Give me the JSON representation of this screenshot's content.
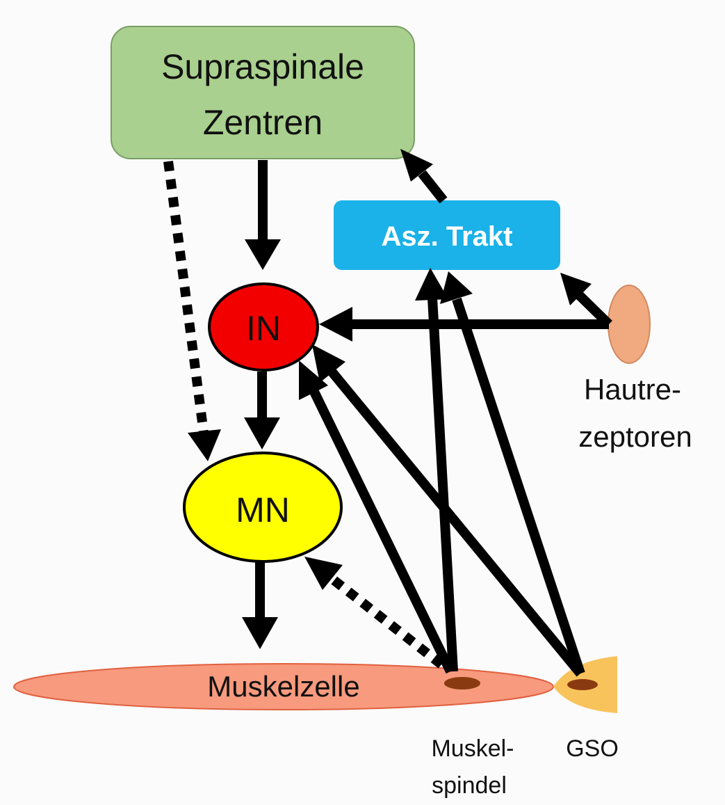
{
  "nodes": {
    "supraspinal": {
      "line1": "Supraspinale",
      "line2": "Zentren",
      "color": "#a9d08e"
    },
    "asz_trakt": {
      "label": "Asz. Trakt",
      "color": "#1ab2e8"
    },
    "in": {
      "label": "IN",
      "color": "#f20000"
    },
    "mn": {
      "label": "MN",
      "color": "#ffff00"
    },
    "muskelzelle": {
      "label": "Muskelzelle",
      "color": "#f79a7e"
    },
    "hautrezeptoren": {
      "line1": "Hautre-",
      "line2": "zeptoren",
      "color": "#f1a97f"
    },
    "muskelspindel": {
      "line1": "Muskel-",
      "line2": "spindel",
      "color": "#8a3a10"
    },
    "gso": {
      "label": "GSO",
      "color": "#f9c35b"
    }
  },
  "edges": [
    {
      "from": "Supraspinale Zentren",
      "to": "IN",
      "style": "solid"
    },
    {
      "from": "Supraspinale Zentren",
      "to": "MN",
      "style": "dotted"
    },
    {
      "from": "IN",
      "to": "MN",
      "style": "solid"
    },
    {
      "from": "MN",
      "to": "Muskelzelle",
      "style": "solid"
    },
    {
      "from": "Hautrezeptoren",
      "to": "IN",
      "style": "solid"
    },
    {
      "from": "Hautrezeptoren",
      "to": "Asz. Trakt",
      "style": "solid"
    },
    {
      "from": "Asz. Trakt",
      "to": "Supraspinale Zentren",
      "style": "solid"
    },
    {
      "from": "Muskelspindel",
      "to": "IN",
      "style": "solid"
    },
    {
      "from": "Muskelspindel",
      "to": "Asz. Trakt",
      "style": "solid"
    },
    {
      "from": "Muskelspindel",
      "to": "MN",
      "style": "dotted"
    },
    {
      "from": "GSO",
      "to": "IN",
      "style": "solid"
    },
    {
      "from": "GSO",
      "to": "Asz. Trakt",
      "style": "solid"
    }
  ]
}
